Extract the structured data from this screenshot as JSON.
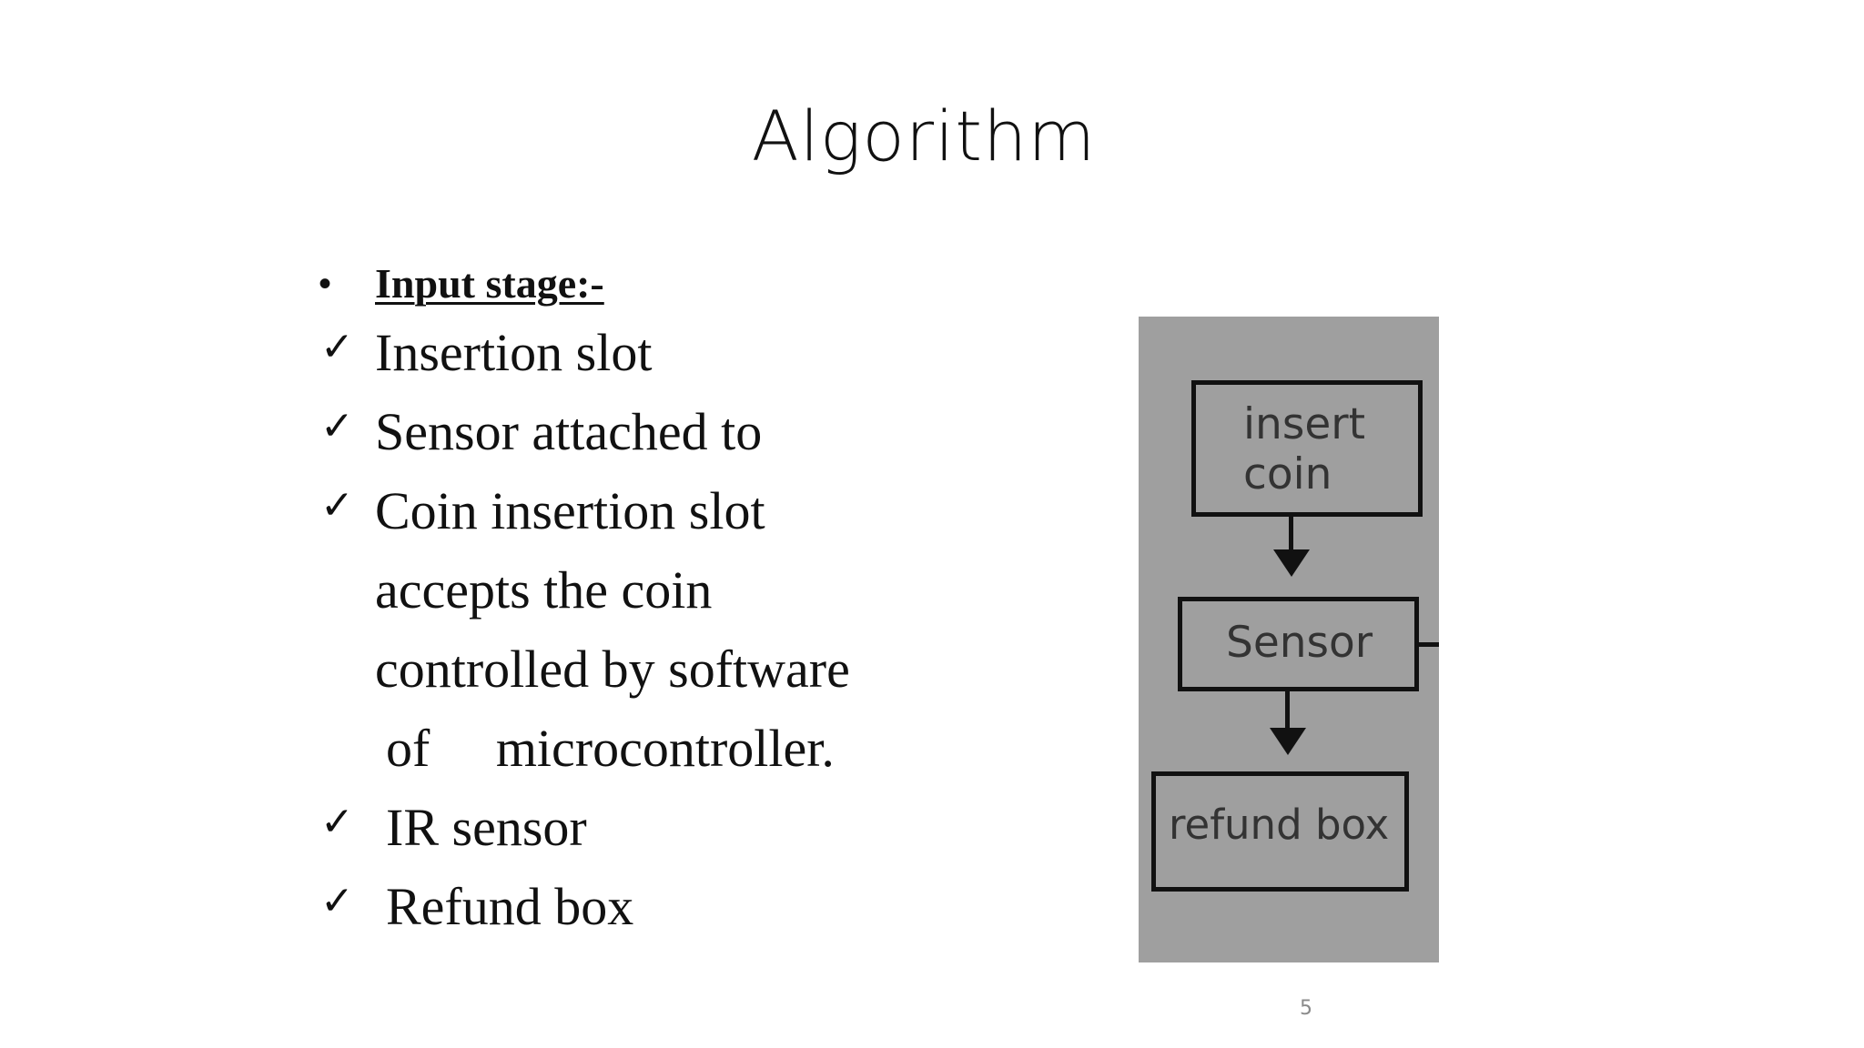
{
  "slide": {
    "title": "Algorithm",
    "section_bullet": "•",
    "section_heading": "Input stage:-",
    "check_symbol": "✓",
    "lines": [
      {
        "checked": true,
        "text": "Insertion slot"
      },
      {
        "checked": true,
        "text": "Sensor attached to"
      },
      {
        "checked": true,
        "text": "Coin insertion slot"
      },
      {
        "checked": false,
        "text": "accepts the coin"
      },
      {
        "checked": false,
        "text": "controlled by software"
      },
      {
        "checked": false,
        "text": "of     microcontroller."
      },
      {
        "checked": true,
        "text": "IR sensor"
      },
      {
        "checked": true,
        "text": "Refund box"
      }
    ],
    "page_number": "5"
  },
  "diagram": {
    "background_color": "#9f9f9f",
    "boxes": [
      {
        "line1": "insert",
        "line2": "coin"
      },
      {
        "line1": "Sensor"
      },
      {
        "line1": "refund box"
      }
    ]
  }
}
